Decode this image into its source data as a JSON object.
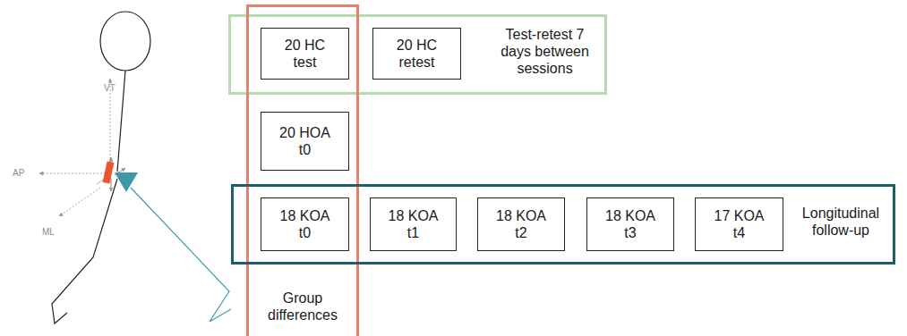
{
  "diagram": {
    "nodes": [
      {
        "text": [
          "Test-retest 7 days between sessions"
        ]
      },
      {
        "text": [
          "20 HC test"
        ],
        "in": 0
      },
      {
        "text": [
          "20 HC retest"
        ],
        "in": 0
      },
      {
        "text": [
          "Group differences"
        ]
      },
      {
        "text": [
          "20 HOA t0"
        ],
        "in": 3
      },
      {
        "text": [
          "Longitudinal follow-up"
        ]
      },
      {
        "text": [
          "18 KOA t0"
        ],
        "in": 5
      },
      {
        "text": [
          "18 KOA t1"
        ],
        "in": 5
      },
      {
        "text": [
          "18 KOA t2"
        ],
        "in": 5
      },
      {
        "text": [
          "18 KOA t3"
        ],
        "in": 5
      },
      {
        "text": [
          "17 KOA t4"
        ],
        "in": 5
      }
    ],
    "labels": [
      "VT",
      "AP",
      "ML"
    ]
  }
}
